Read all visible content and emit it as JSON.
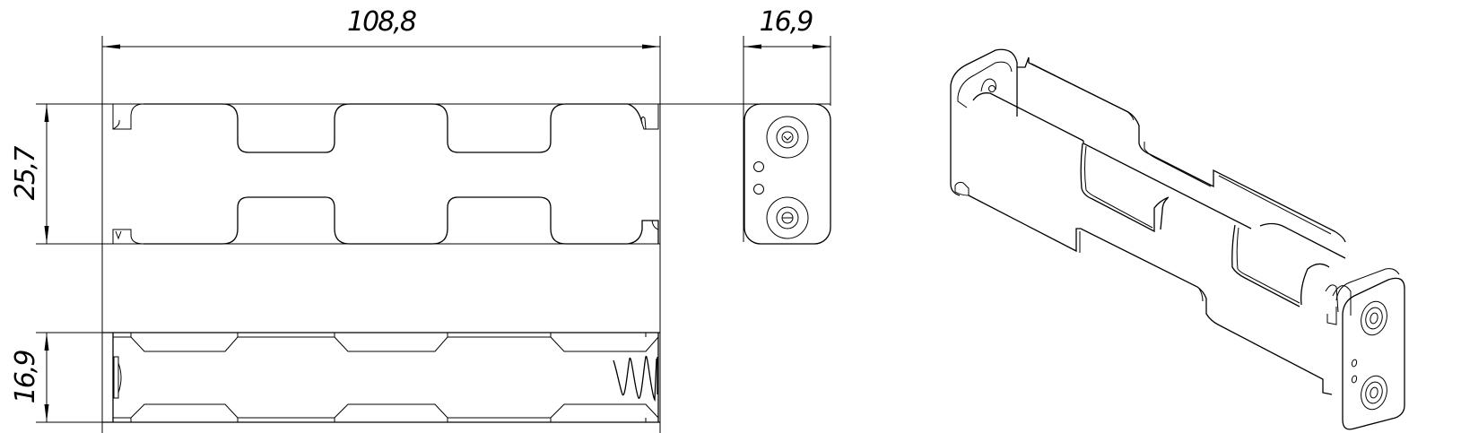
{
  "drawing": {
    "subject": "4-cell battery holder",
    "colors": {
      "line": "#000000",
      "background": "#ffffff"
    }
  },
  "dimensions": {
    "length": {
      "label": "108,8",
      "orientation": "horizontal",
      "view": "top-view"
    },
    "depth": {
      "label": "16,9",
      "orientation": "horizontal",
      "view": "end-view"
    },
    "width": {
      "label": "25,7",
      "orientation": "vertical",
      "view": "top-view"
    },
    "height": {
      "label": "16,9",
      "orientation": "vertical",
      "view": "side-view"
    }
  },
  "views": [
    {
      "id": "top-view",
      "description": "Top orthographic view with rectangular cutouts"
    },
    {
      "id": "end-view",
      "description": "End view with two contact terminals and two holes"
    },
    {
      "id": "side-view",
      "description": "Side view with spring contact"
    },
    {
      "id": "isometric-view",
      "description": "3D isometric view of holder"
    }
  ]
}
